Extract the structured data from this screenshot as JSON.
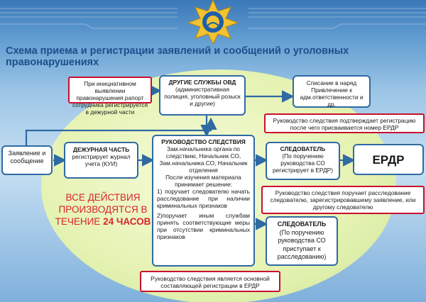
{
  "title": "Схема приема и регистрации заявлений и сообщений о уголовных правонарушениях",
  "emblem_icon": "kazakhstan-emblem-icon",
  "colors": {
    "arrow": "#2f6aa3",
    "box_border": "#2f6aa3",
    "note_border": "#c8102e",
    "accent_text": "#d9232d",
    "title_text": "#1d4f8c"
  },
  "nodes": {
    "statement": "Заявление и сообщение",
    "duty_title": "ДЕЖУРНАЯ ЧАСТЬ",
    "duty_text": "регистрирует журнал учета (КУИ)",
    "other_title": "ДРУГИЕ СЛУЖБЫ ОВД",
    "other_text": "(административная полиция, уголовный розыск и другие)",
    "writeoff": "Списание в наряд Привлечение к адм.ответственности и др.",
    "mgmt_title": "РУКОВОДСТВО СЛЕДСТВИЯ",
    "mgmt_list": "Зам.начальника органа по следствию, Начальник СО, Зам.начальника СО, Начальник отделения",
    "mgmt_intro": "После изучения материала принимает решение:",
    "mgmt_opt1": "1) поручает следователю начать расследование при наличии криминальных признаков",
    "mgmt_opt2": "2)поручает иным службам принять соответствующие меры при отсутствии криминальных признаков",
    "inv1_title": "СЛЕДОВАТЕЛЬ",
    "inv1_text": "(По поручению руководства СО регистрирует в ЕРДР)",
    "erdr": "ЕРДР",
    "inv2_title": "СЛЕДОВАТЕЛЬ",
    "inv2_text": "(По поручению руководства СО приступает к расследованию)"
  },
  "notes": {
    "initiative": "При инициативном выявлении правонарушения рапорт сотрудника регистрируется в дежурной части",
    "confirm": "Руководство следствия подтверждает регистрацию после чего присваивается номер ЕРДР",
    "assign": "Руководство следствия поручает расследование следователю, зарегистрировавшему заявление, или другому следователю",
    "basis": "Руководство следствия является основной составляющей регистрации в ЕРДР"
  },
  "banner": {
    "line1": "ВСЕ ДЕЙСТВИЯ",
    "line2": "ПРОИЗВОДЯТСЯ В",
    "line3_prefix": "ТЕЧЕНИЕ",
    "line3_number": "24",
    "line3_suffix": "ЧАСОВ"
  }
}
